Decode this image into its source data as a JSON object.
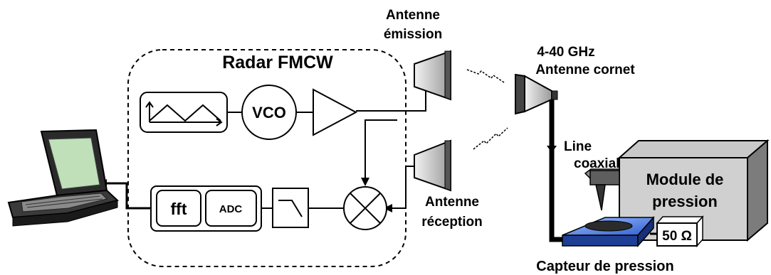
{
  "labels": {
    "antenna_tx_line1": "Antenne",
    "antenna_tx_line2": "émission",
    "radar_title": "Radar FMCW",
    "horn_freq": "4-40 GHz",
    "horn_name": "Antenne cornet",
    "vco": "VCO",
    "fft": "fft",
    "adc": "ADC",
    "antenna_rx_line1": "Antenne",
    "antenna_rx_line2": "réception",
    "coax_line1": "Line",
    "coax_line2": "coaxiale",
    "pressure_module_line1": "Module de",
    "pressure_module_line2": "pression",
    "load": "50 Ω",
    "sensor": "Capteur de pression"
  }
}
